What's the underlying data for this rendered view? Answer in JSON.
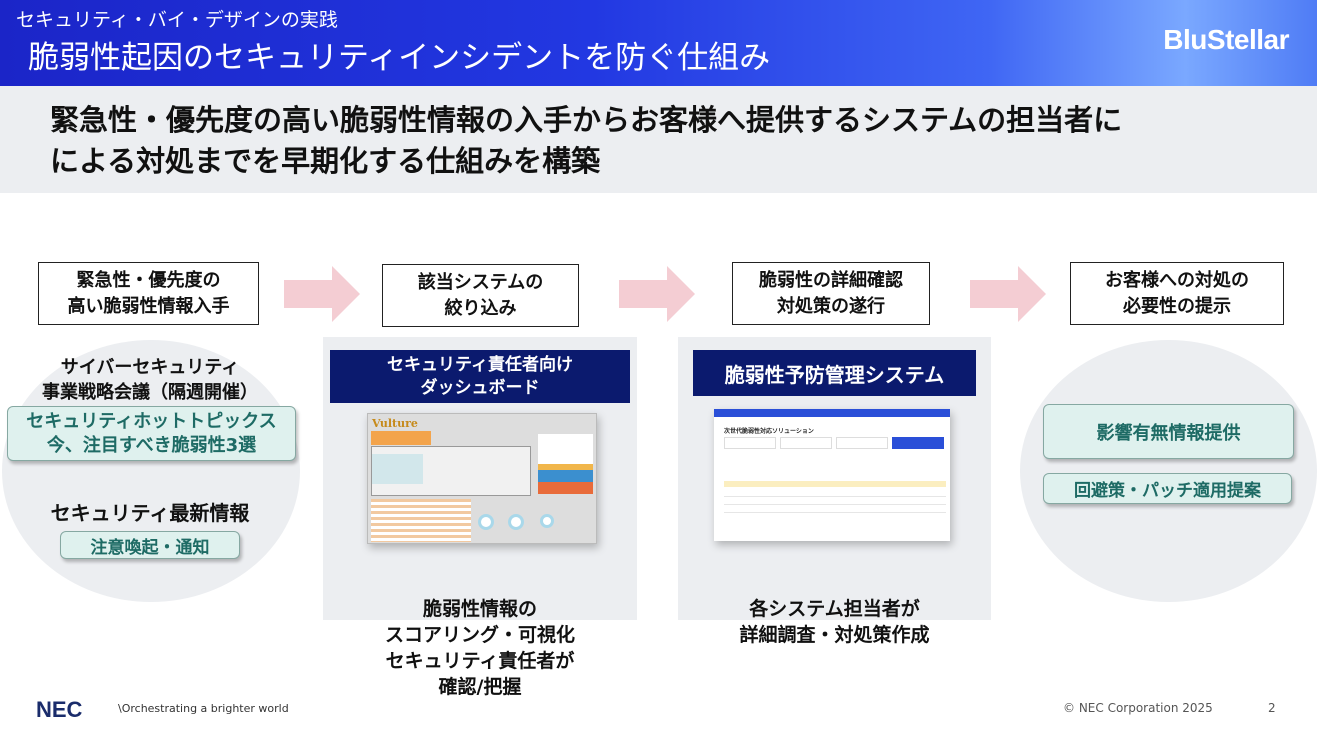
{
  "header": {
    "subtitle": "セキュリティ・バイ・デザインの実践",
    "title": "脆弱性起因のセキュリティインシデントを防ぐ仕組み",
    "brand": "BluStellar"
  },
  "lead": {
    "line1": "緊急性・優先度の高い脆弱性情報の入手からお客様へ提供するシステムの担当者に",
    "line2": "による対処までを早期化する仕組みを構築"
  },
  "steps": [
    {
      "l1": "緊急性・優先度の",
      "l2": "高い脆弱性情報入手"
    },
    {
      "l1": "該当システムの",
      "l2": "絞り込み"
    },
    {
      "l1": "脆弱性の詳細確認",
      "l2": "対処策の遂行"
    },
    {
      "l1": "お客様への対処の",
      "l2": "必要性の提示"
    }
  ],
  "left": {
    "meeting1": "サイバーセキュリティ",
    "meeting2": "事業戦略会議（隔週開催）",
    "hot1": "セキュリティホットトピックス",
    "hot2": "今、注目すべき脆弱性3選",
    "latest": "セキュリティ最新情報",
    "alert": "注意喚起・通知"
  },
  "panel1": {
    "title1": "セキュリティ責任者向け",
    "title2": "ダッシュボード",
    "app_name": "Vulture",
    "cap1": "脆弱性情報の",
    "cap2": "スコアリング・可視化",
    "cap3": "セキュリティ責任者が",
    "cap4": "確認/把握"
  },
  "panel2": {
    "title": "脆弱性予防管理システム",
    "app_heading": "次世代脆弱性対応ソリューション",
    "cap1": "各システム担当者が",
    "cap2": "詳細調査・対処策作成"
  },
  "right": {
    "item1": "影響有無情報提供",
    "item2": "回避策・パッチ適用提案"
  },
  "footer": {
    "company": "NEC",
    "tagline": "\\Orchestrating a brighter world",
    "copyright": "© NEC Corporation 2025",
    "page": "2"
  }
}
